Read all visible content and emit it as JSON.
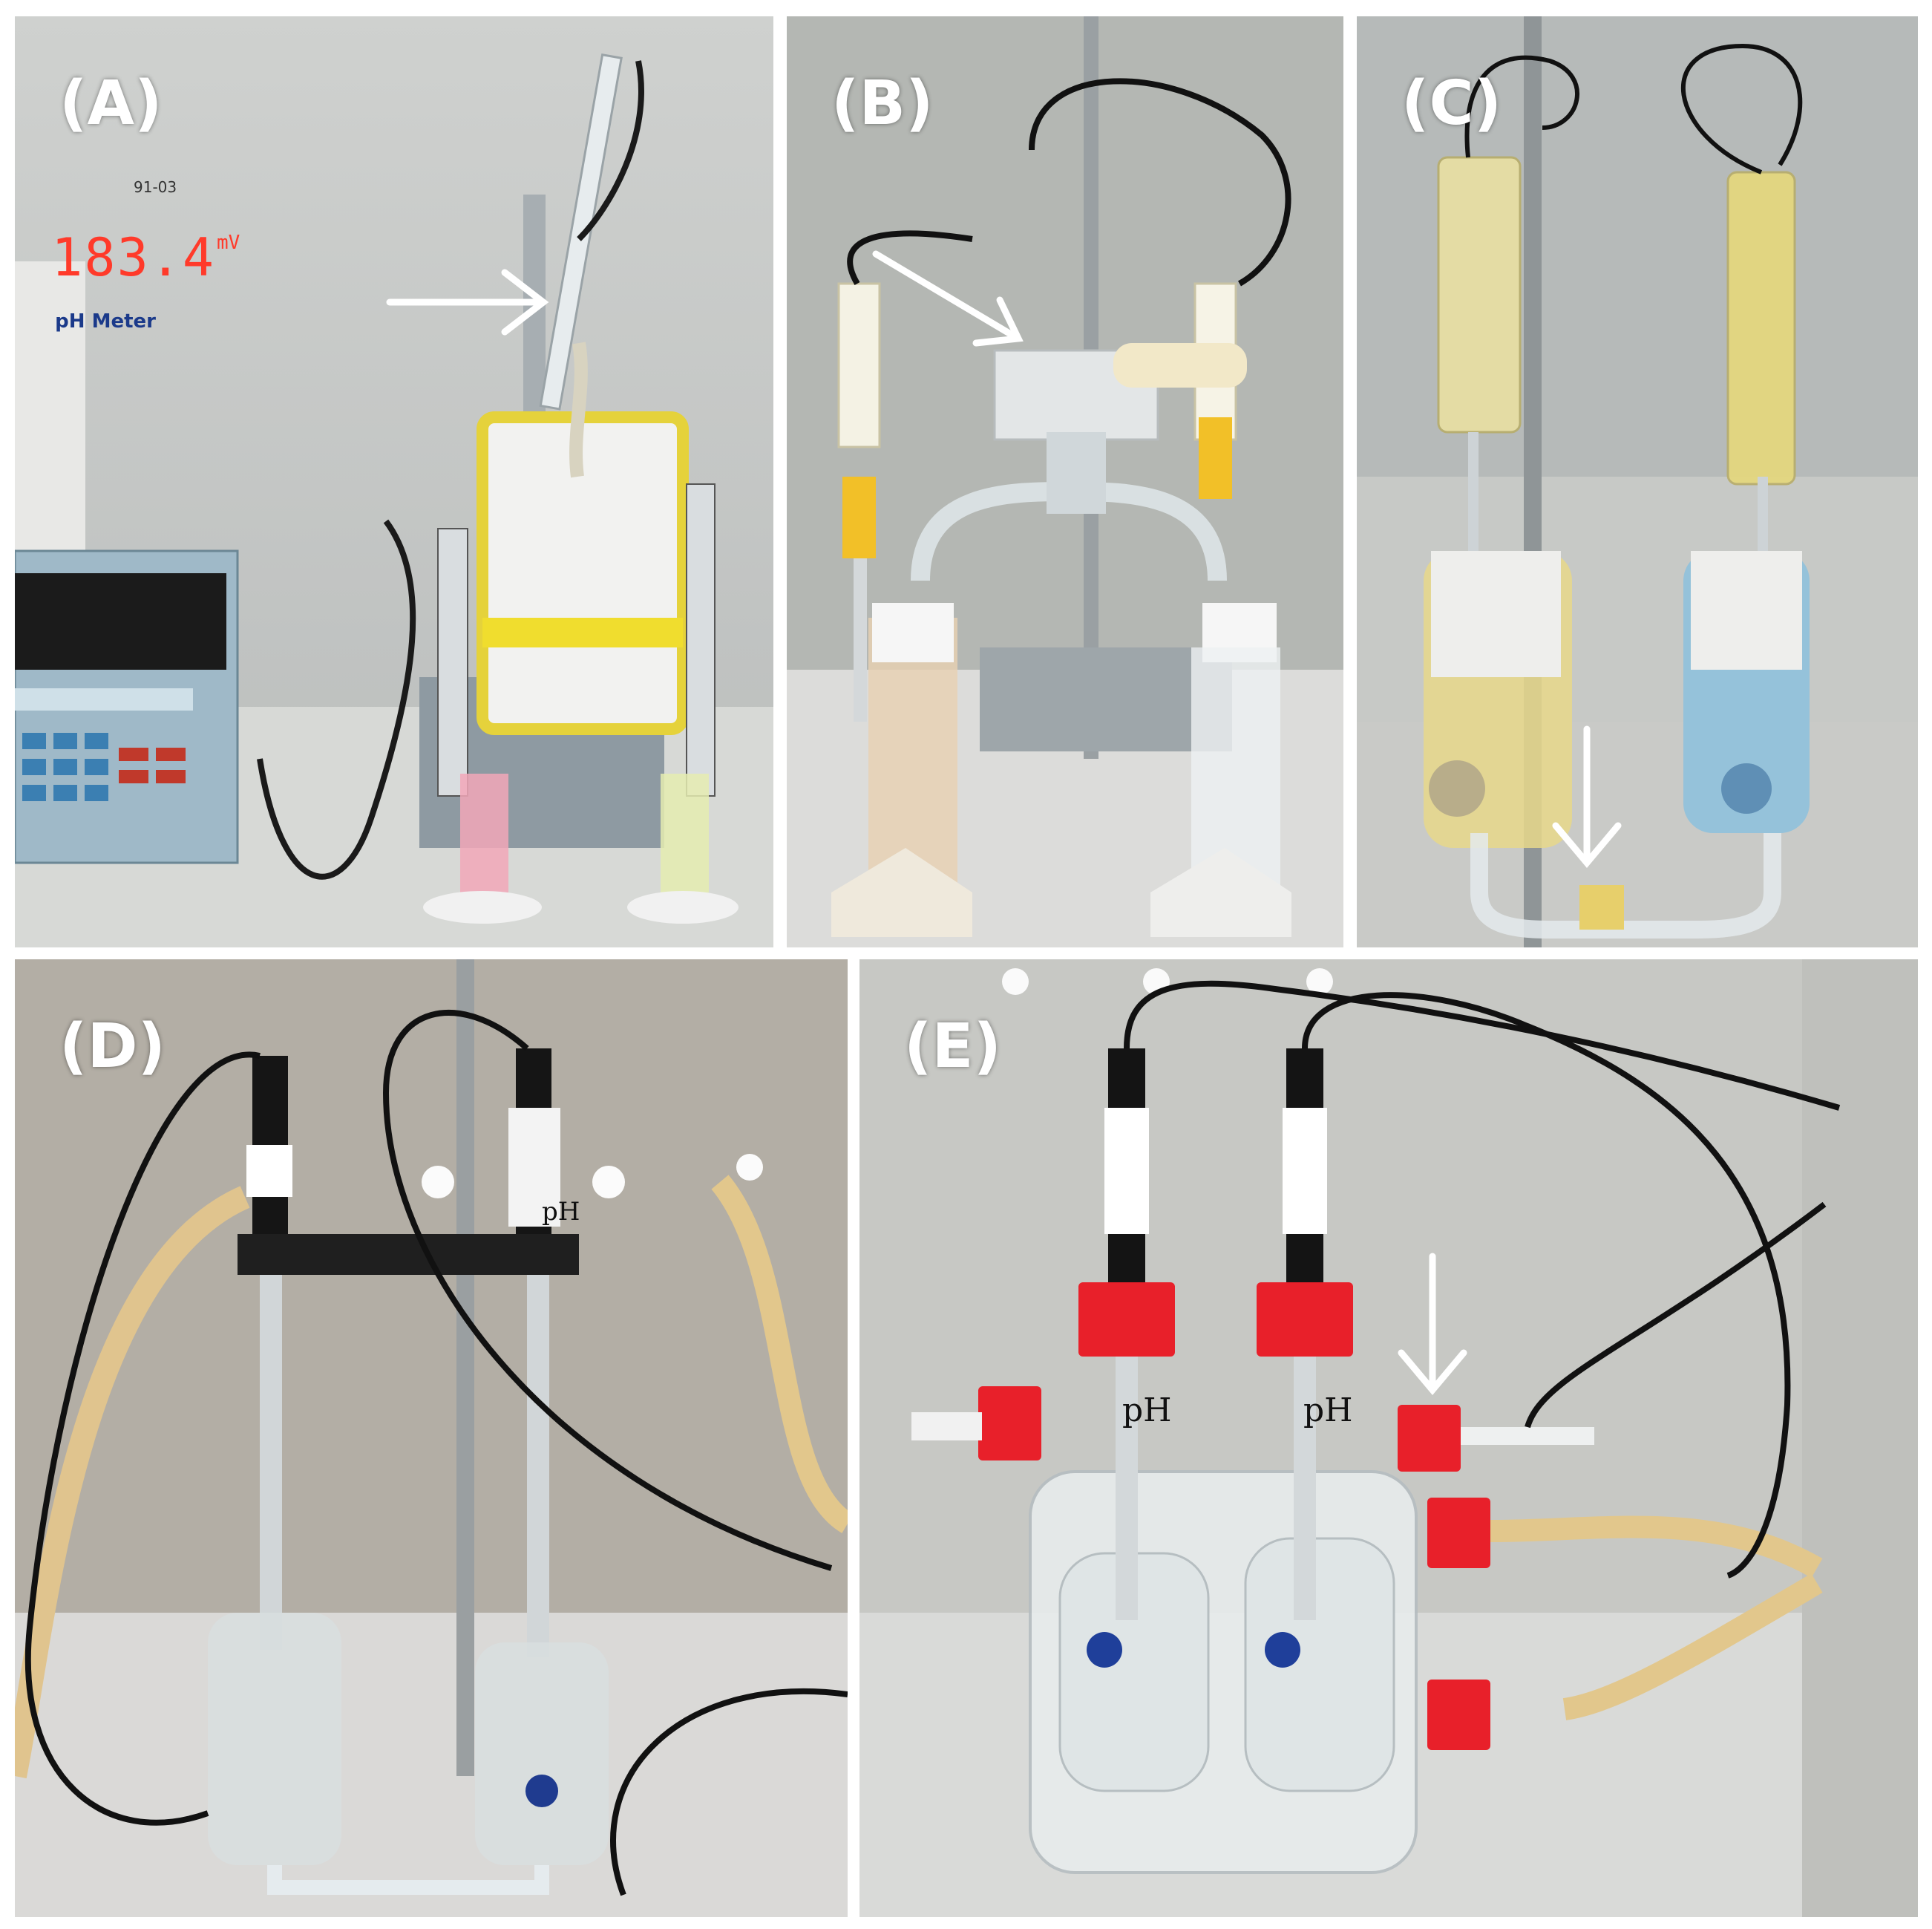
{
  "figure": {
    "panels": [
      {
        "label": "(A)"
      },
      {
        "label": "(B)"
      },
      {
        "label": "(C)"
      },
      {
        "label": "(D)"
      },
      {
        "label": "(E)"
      }
    ],
    "meter": {
      "reading": "183.4",
      "unit": "mV",
      "name": "pH Meter",
      "code": "91-03"
    },
    "probe_label": "pH",
    "arrow_color": "#ffffff",
    "cap_color": "#e8202a",
    "tubing_color": "#e2c78c"
  }
}
